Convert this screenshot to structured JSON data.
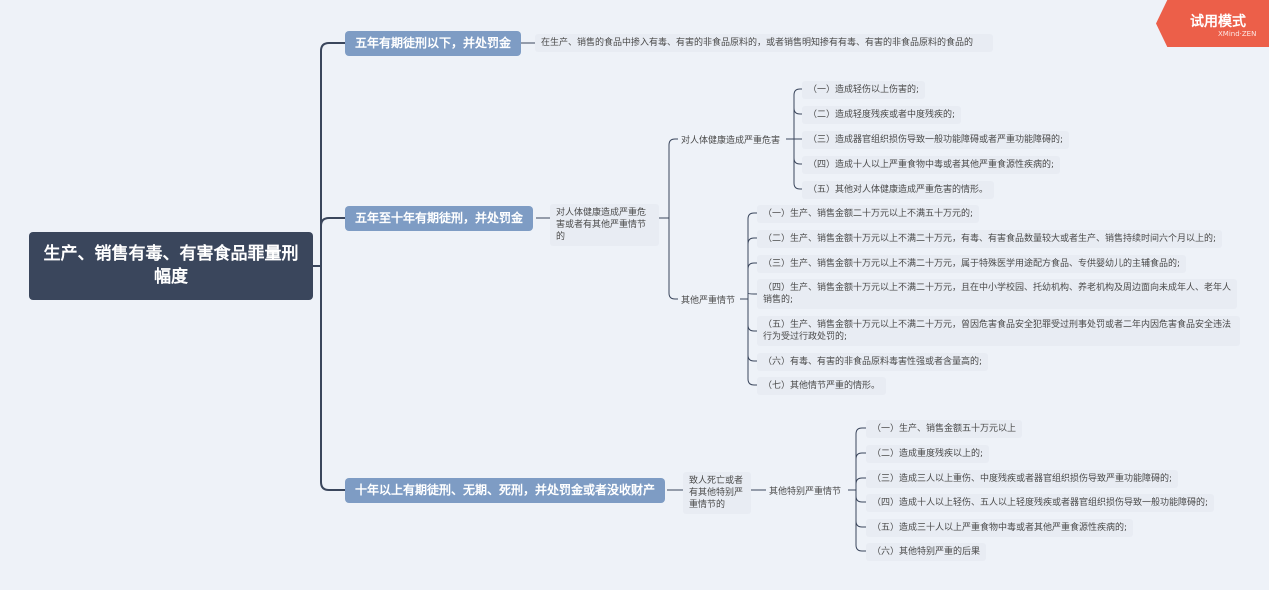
{
  "trial_badge": {
    "label": "试用模式",
    "sub": "XMind·ZEN"
  },
  "root": {
    "title": "生产、销售有毒、有害食品罪量刑幅度"
  },
  "branch1": {
    "label": "五年有期徒刑以下，并处罚金",
    "leaf": "在生产、销售的食品中掺入有毒、有害的非食品原料的，或者销售明知掺有有毒、有害的非食品原料的食品的"
  },
  "branch2": {
    "label": "五年至十年有期徒刑，并处罚金",
    "condition": "对人体健康造成严重危害或者有其他严重情节的",
    "sub1": {
      "label": "对人体健康造成严重危害",
      "items": [
        "（一）造成轻伤以上伤害的;",
        "（二）造成轻度残疾或者中度残疾的;",
        "（三）造成器官组织损伤导致一般功能障碍或者严重功能障碍的;",
        "（四）造成十人以上严重食物中毒或者其他严重食源性疾病的;",
        "（五）其他对人体健康造成严重危害的情形。"
      ]
    },
    "sub2": {
      "label": "其他严重情节",
      "items": [
        "（一）生产、销售金额二十万元以上不满五十万元的;",
        "（二）生产、销售金额十万元以上不满二十万元，有毒、有害食品数量较大或者生产、销售持续时间六个月以上的;",
        "（三）生产、销售金额十万元以上不满二十万元，属于特殊医学用途配方食品、专供婴幼儿的主辅食品的;",
        "（四）生产、销售金额十万元以上不满二十万元，且在中小学校园、托幼机构、养老机构及周边面向未成年人、老年人销售的;",
        "（五）生产、销售金额十万元以上不满二十万元，曾因危害食品安全犯罪受过刑事处罚或者二年内因危害食品安全违法行为受过行政处罚的;",
        "（六）有毒、有害的非食品原料毒害性强或者含量高的;",
        "（七）其他情节严重的情形。"
      ]
    }
  },
  "branch3": {
    "label": "十年以上有期徒刑、无期、死刑，并处罚金或者没收财产",
    "condition": "致人死亡或者有其他特别严重情节的",
    "sub": {
      "label": "其他特别严重情节",
      "items": [
        "（一）生产、销售金额五十万元以上",
        "（二）造成重度残疾以上的;",
        "（三）造成三人以上重伤、中度残疾或者器官组织损伤导致严重功能障碍的;",
        "（四）造成十人以上轻伤、五人以上轻度残疾或者器官组织损伤导致一般功能障碍的;",
        "（五）造成三十人以上严重食物中毒或者其他严重食源性疾病的;",
        "（六）其他特别严重的后果"
      ]
    }
  }
}
